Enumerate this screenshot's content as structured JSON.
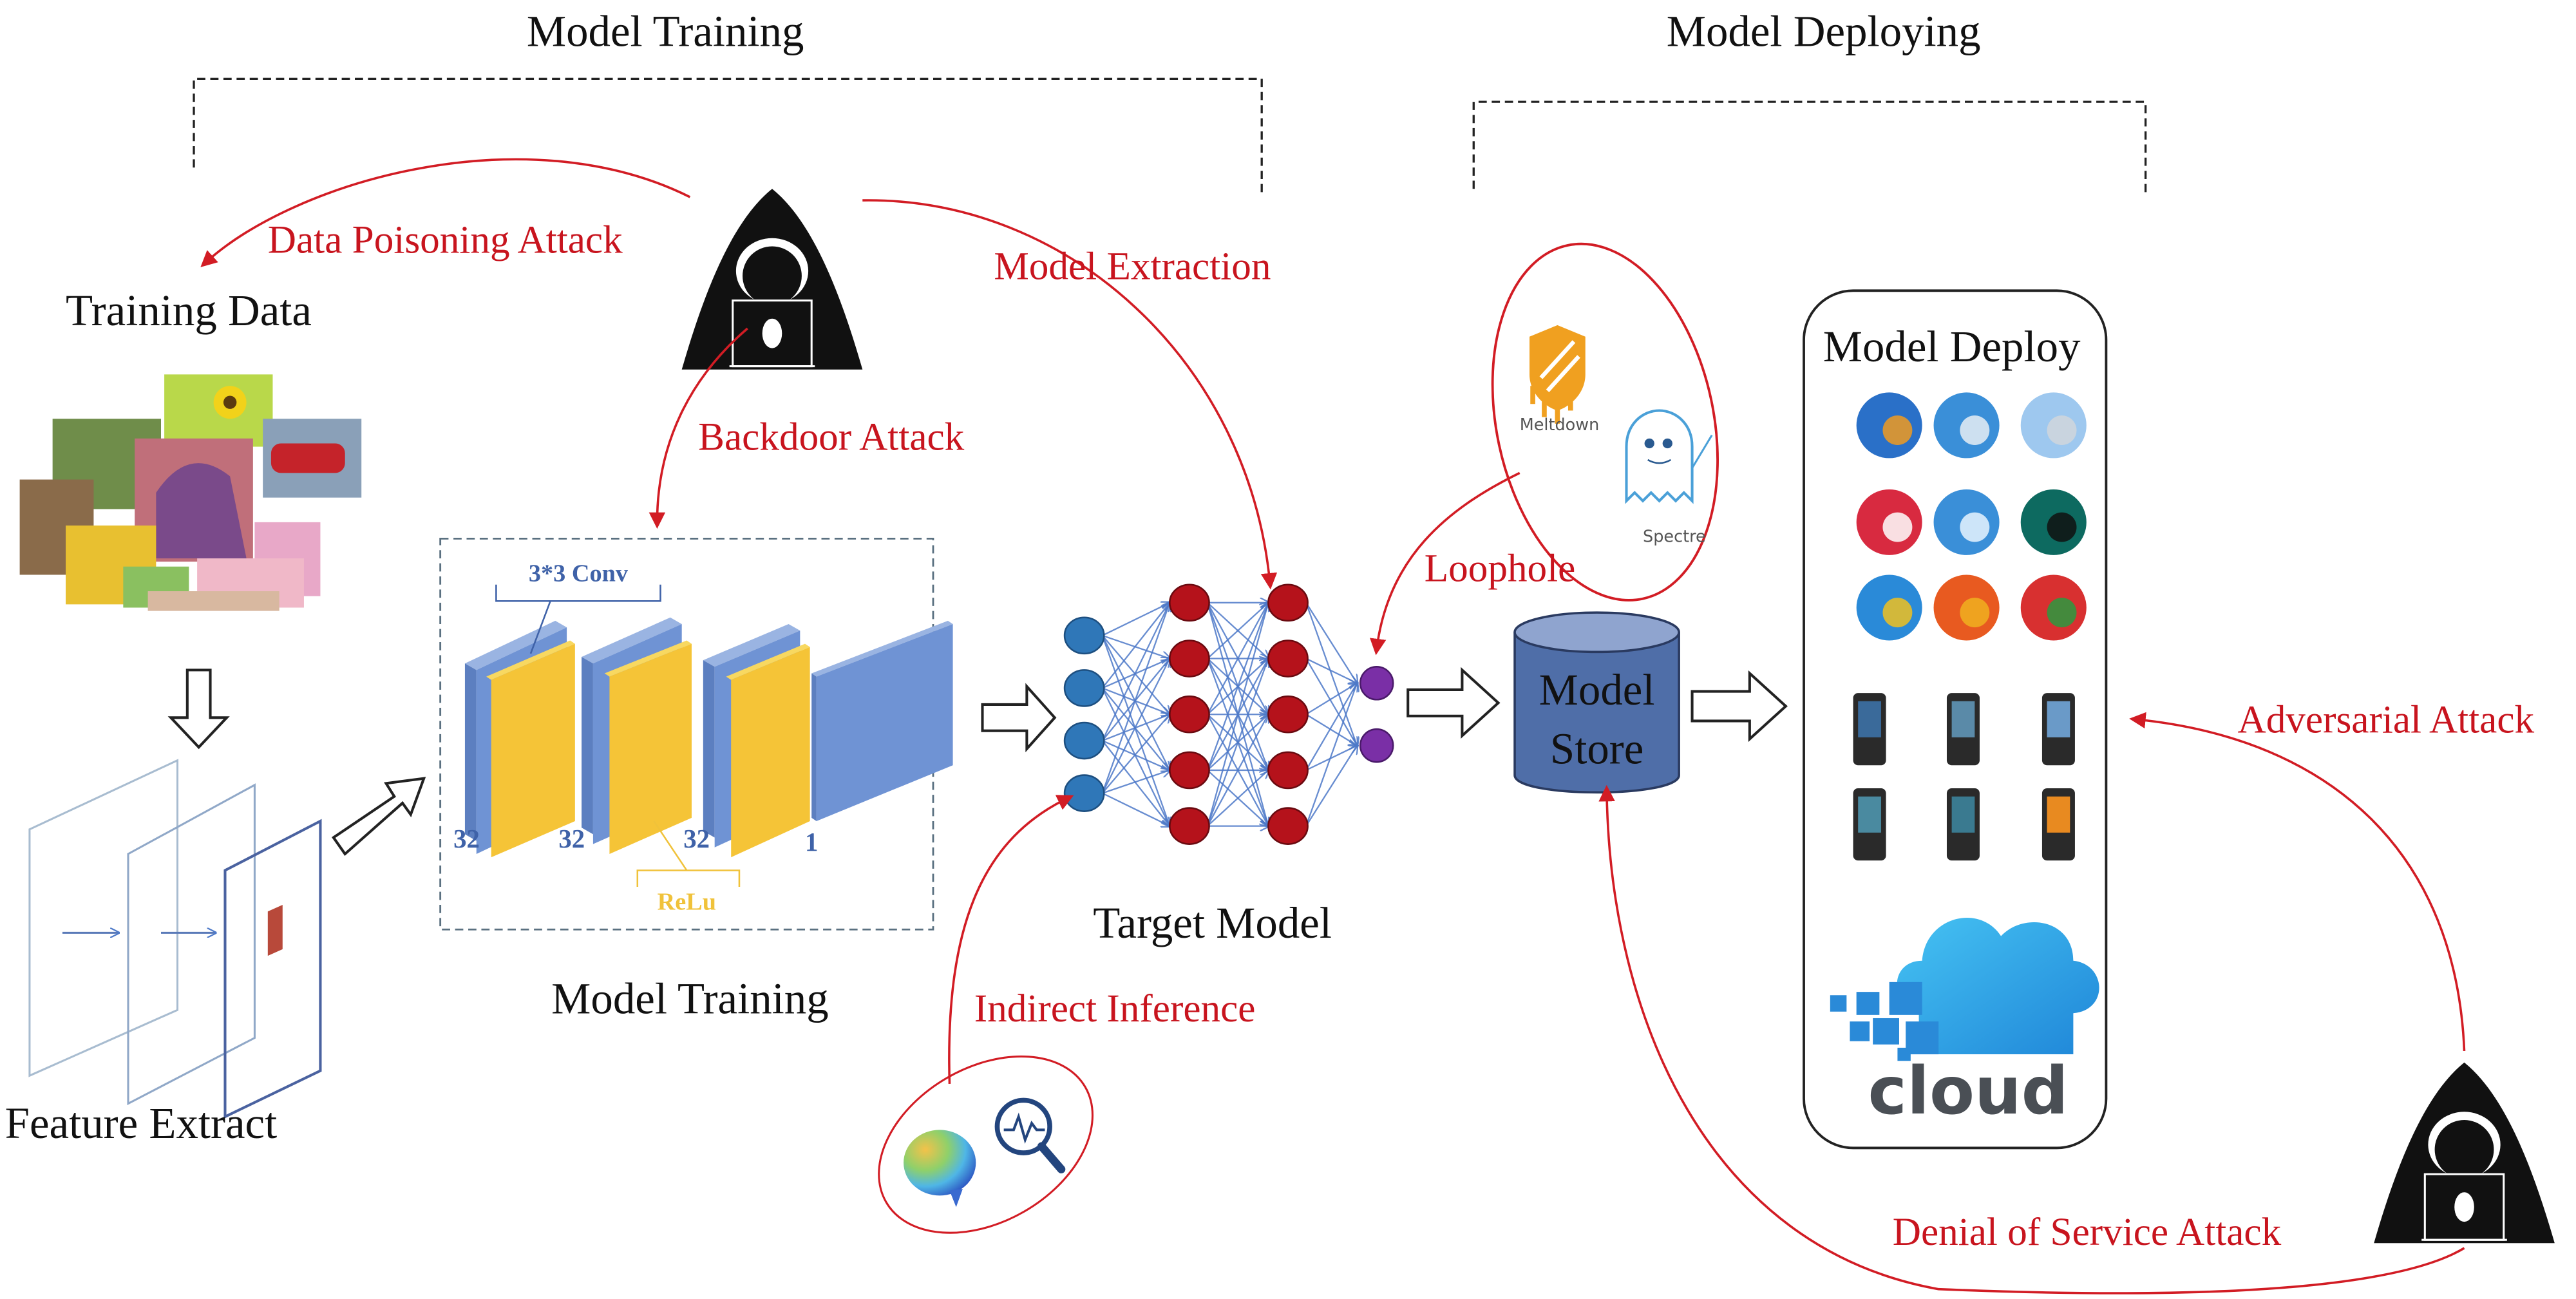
{
  "sections": {
    "training_title": "Model Training",
    "deploying_title": "Model Deploying"
  },
  "labels": {
    "training_data": "Training Data",
    "feature_extract": "Feature Extract",
    "model_training": "Model Training",
    "target_model": "Target Model",
    "model_store_line1": "Model",
    "model_store_line2": "Store",
    "model_deploy": "Model Deploy",
    "cloud": "cloud"
  },
  "cnn": {
    "conv_label": "3*3 Conv",
    "activation_label": "ReLu",
    "channels": [
      "32",
      "32",
      "32",
      "1"
    ]
  },
  "network": {
    "layers": [
      4,
      5,
      5,
      2
    ],
    "layer_colors": [
      "#2f77b8",
      "#b5121b",
      "#b5121b",
      "#7a2fa6"
    ]
  },
  "vulnerabilities": {
    "meltdown": "Meltdown",
    "spectre": "Spectre"
  },
  "attacks": {
    "data_poisoning": "Data Poisoning Attack",
    "model_extraction": "Model Extraction",
    "backdoor": "Backdoor Attack",
    "loophole": "Loophole",
    "indirect_inference": "Indirect  Inference",
    "adversarial": "Adversarial  Attack",
    "denial_of_service": "Denial of Service  Attack"
  },
  "deploy_targets": {
    "browsers": [
      "firefox",
      "globe",
      "safari",
      "opera",
      "internet-explorer-mac",
      "netscape",
      "internet-explorer",
      "firefox-2",
      "chrome"
    ],
    "devices": [
      "iphone",
      "blackberry",
      "pda",
      "windows-mobile",
      "smartphone",
      "slider-phone"
    ]
  },
  "colors": {
    "attack_red": "#c8141e",
    "cnn_blue": "#6f93d4",
    "cnn_yellow": "#f5c437",
    "store_blue": "#4f6ea8",
    "cloud_blue": "#2a9be0"
  }
}
